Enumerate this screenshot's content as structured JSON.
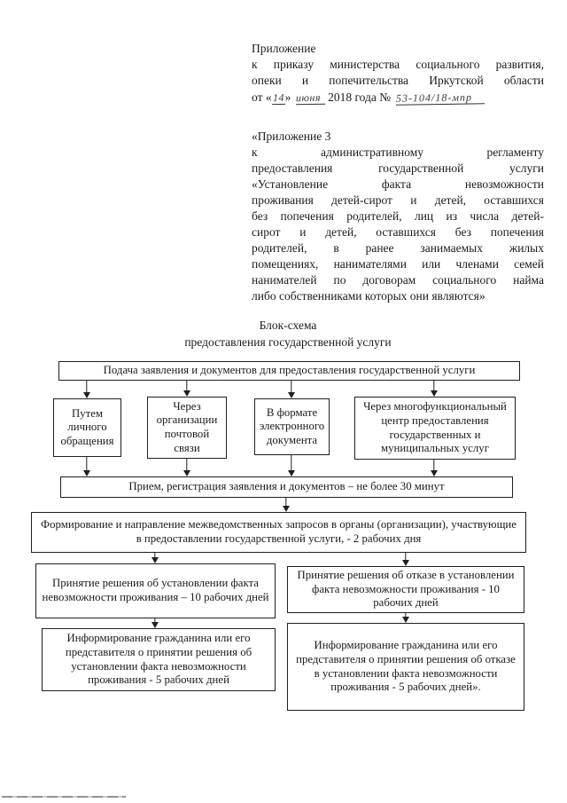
{
  "header": {
    "line1": "Приложение",
    "line2": "к приказу министерства социального развития,",
    "line3": "опеки и попечительства Иркутской области",
    "date": {
      "prefix": "от «",
      "day_handwritten": "14",
      "close_quote": "» ",
      "month_handwritten": "июня",
      "middle": " 2018 года № ",
      "number_handwritten": "53-104/18-мпр"
    }
  },
  "appendix": {
    "lines": [
      "«Приложение 3",
      "к административному регламенту",
      "предоставления государственной услуги",
      "«Установление факта невозможности",
      "проживания детей-сирот и детей, оставшихся",
      "без попечения родителей, лиц из числа детей-",
      "сирот и детей, оставшихся без попечения",
      "родителей, в ранее занимаемых жилых",
      "помещениях, нанимателями или членами семей",
      "нанимателей по договорам социального найма",
      "либо собственниками которых они являются»"
    ]
  },
  "chart_title": {
    "line1": "Блок-схема",
    "line2": "предоставления государственной услуги"
  },
  "flowchart": {
    "submit": "Подача заявления и документов для предоставления государственной услуги",
    "channels": [
      "Путем личного обращения",
      "Через организации почтовой связи",
      "В формате электронного документа",
      "Через многофункциональный центр предоставления государственных и муниципальных услуг"
    ],
    "reception": "Прием, регистрация заявления и документов – не более 30 минут",
    "interagency": "Формирование и направление межведомственных запросов в органы (организации), участвующие в предоставлении государственной услуги, - 2 рабочих дня",
    "decision_grant": "Принятие решения об установлении факта невозможности проживания – 10 рабочих дней",
    "decision_refuse": "Принятие решения об отказе в установлении факта невозможности проживания - 10 рабочих дней",
    "inform_grant": "Информирование гражданина или его представителя о принятии решения об установлении факта невозможности проживания - 5 рабочих дней",
    "inform_refuse": "Информирование гражданина или его представителя о принятии решения об отказе в установлении факта невозможности проживания - 5 рабочих дней»."
  }
}
